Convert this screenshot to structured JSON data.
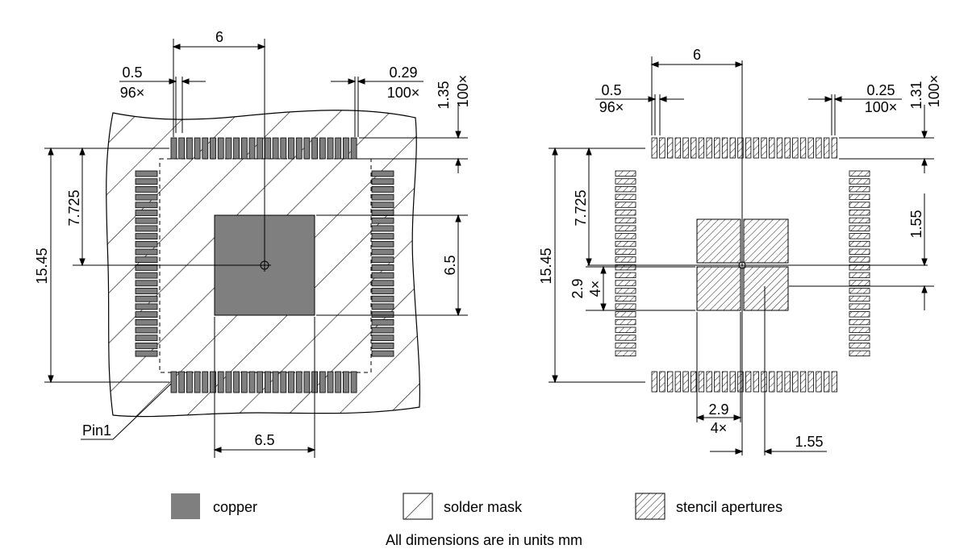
{
  "left_view": {
    "dim_pitch_top": "6",
    "dim_pad_width_value": "0.5",
    "dim_pad_width_count": "96×",
    "dim_pad_pitch_value": "0.29",
    "dim_pad_pitch_count": "100×",
    "dim_pad_length_value": "1.35",
    "dim_pad_length_count": "100×",
    "dim_half_span": "7.725",
    "dim_full_span": "15.45",
    "dim_exposed_pad_v": "6.5",
    "dim_exposed_pad_h": "6.5",
    "pin1_label": "Pin1"
  },
  "right_view": {
    "dim_pitch_top": "6",
    "dim_pad_width_value": "0.5",
    "dim_pad_width_count": "96×",
    "dim_pad_pitch_value": "0.25",
    "dim_pad_pitch_count": "100×",
    "dim_pad_length_value": "1.31",
    "dim_pad_length_count": "100×",
    "dim_half_span": "7.725",
    "dim_full_span": "15.45",
    "dim_aperture_pitch_v": "1.55",
    "dim_aperture_size_v_value": "2.9",
    "dim_aperture_size_v_count": "4×",
    "dim_aperture_size_h_value": "2.9",
    "dim_aperture_size_h_count": "4×",
    "dim_aperture_pitch_h": "1.55"
  },
  "legend": {
    "copper": "copper",
    "solder_mask": "solder mask",
    "stencil": "stencil apertures",
    "copper_color": "#7f7f7f"
  },
  "footer": "All dimensions are in units mm"
}
